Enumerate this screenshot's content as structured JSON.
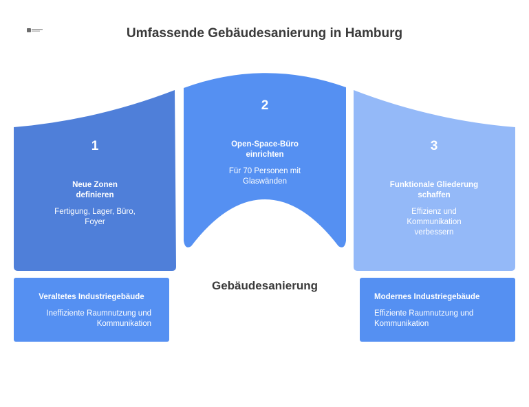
{
  "title": "Umfassende Gebäudesanierung in Hamburg",
  "center_label": "Gebäudesanierung",
  "colors": {
    "step1": "#4f7fd9",
    "step2": "#5590f2",
    "step3": "#94b9f8",
    "box": "#5590f2",
    "text_dark": "#3a3a3a"
  },
  "steps": [
    {
      "number": "1",
      "heading": "Neue Zonen definieren",
      "description": "Fertigung, Lager, Büro, Foyer"
    },
    {
      "number": "2",
      "heading": "Open-Space-Büro einrichten",
      "description": "Für 70 Personen mit Glaswänden"
    },
    {
      "number": "3",
      "heading": "Funktionale Gliederung schaffen",
      "description": "Effizienz und Kommunikation verbessern"
    }
  ],
  "before": {
    "heading": "Veraltetes Industriegebäude",
    "description": "Ineffiziente Raumnutzung und Kommunikation"
  },
  "after": {
    "heading": "Modernes Industriegebäude",
    "description": "Effiziente Raumnutzung und Kommunikation"
  }
}
